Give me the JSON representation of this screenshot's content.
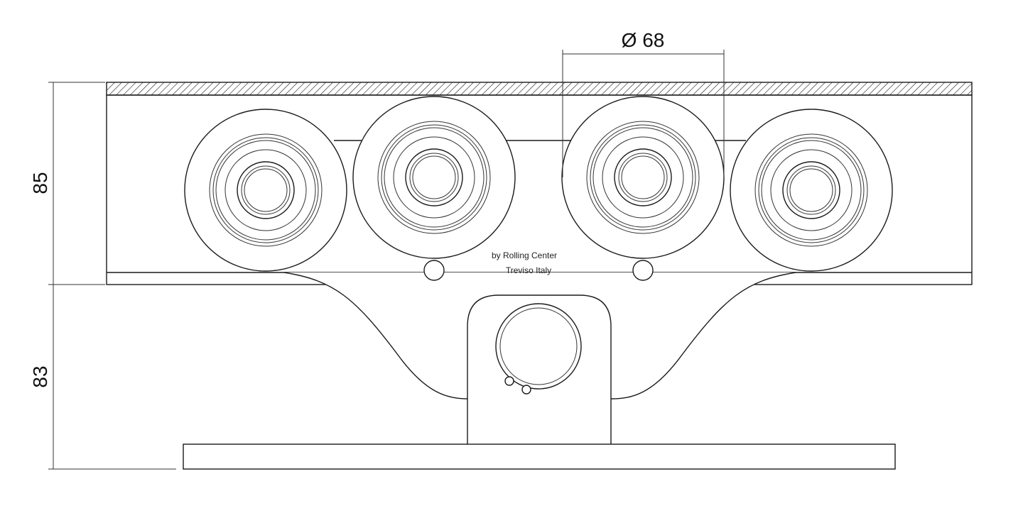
{
  "dimensions": {
    "wheel_diameter": "Ø 68",
    "body_height": "85",
    "bracket_height": "83"
  },
  "manufacturer": {
    "line1": "by Rolling Center",
    "line2": "Treviso Italy"
  },
  "colors": {
    "line": "#1a1a1a",
    "background": "#ffffff"
  }
}
